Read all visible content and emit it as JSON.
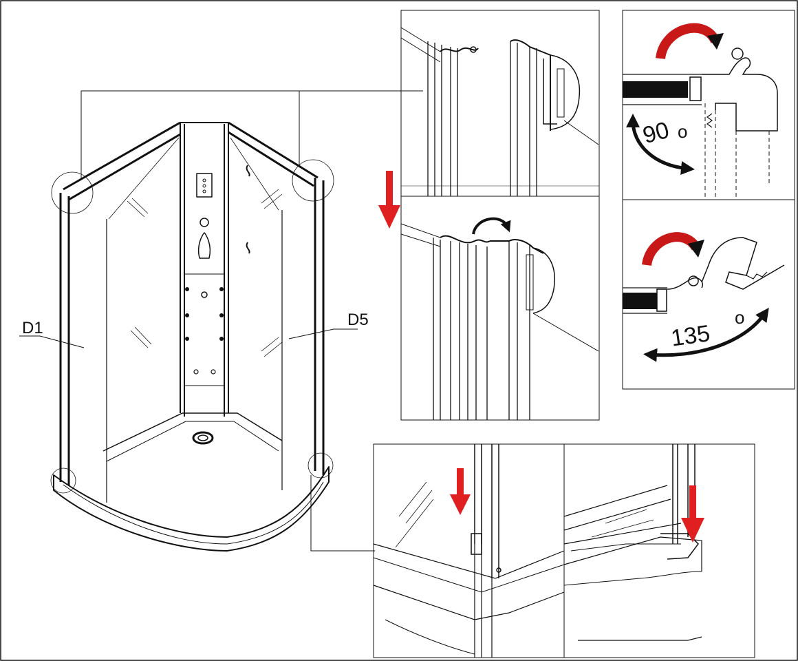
{
  "labels": {
    "d1": "D1",
    "d5": "D5",
    "angle_90": "90",
    "angle_135": "135",
    "degree": "o"
  },
  "colors": {
    "ink": "#111111",
    "accent_red": "#e02020",
    "paper": "#ffffff"
  },
  "icons": {
    "down_arrow": "red-down-arrow-icon",
    "rotate_arrow": "curved-rotate-arrow-icon",
    "double_arrow": "curved-double-arrow-icon"
  }
}
